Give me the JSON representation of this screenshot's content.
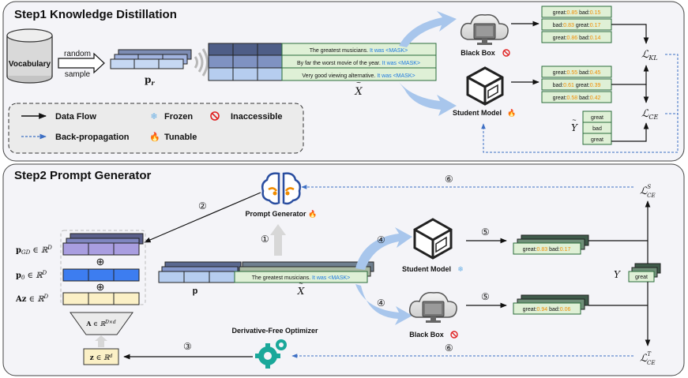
{
  "step1": {
    "title": "Step1 Knowledge Distillation",
    "vocabulary": "Vocabulary",
    "random_label": "random",
    "sample_label": "sample",
    "pr_label": "p",
    "pr_sub": "r",
    "input_texts": [
      {
        "text": "The greatest musicians.",
        "prompt": "It was <MASK>"
      },
      {
        "text": "By far the worst movie of the year.",
        "prompt": "It was <MASK>"
      },
      {
        "text": "Very good viewing alternative.",
        "prompt": "It was <MASK>"
      }
    ],
    "x_tilde": "X",
    "black_box": "Black Box",
    "student_model": "Student Model",
    "black_box_probs": [
      {
        "great": "0.85",
        "bad": "0.15"
      },
      {
        "bad": "0.83",
        "great": "0.17"
      },
      {
        "great": "0.86",
        "bad": "0.14"
      }
    ],
    "student_probs": [
      {
        "great": "0.55",
        "bad": "0.45"
      },
      {
        "bad": "0.61",
        "great": "0.39"
      },
      {
        "great": "0.58",
        "bad": "0.42"
      }
    ],
    "y_tilde": "Y",
    "labels": [
      "great",
      "bad",
      "great"
    ],
    "loss_kl": "KL",
    "loss_ce": "CE"
  },
  "legend": {
    "data_flow": "Data Flow",
    "frozen": "Frozen",
    "inaccessible": "Inaccessible",
    "backprop": "Back-propagation",
    "tunable": "Tunable"
  },
  "step2": {
    "title": "Step2 Prompt Generator",
    "prompt_generator": "Prompt Generator",
    "dfo": "Derivative-Free Optimizer",
    "pgd": "p_GD ∈ ℝ^D",
    "p0": "p_0 ∈ ℝ^D",
    "az": "Az ∈ ℝ^D",
    "a_matrix": "A ∈ ℝ^(D×d)",
    "z_vec": "z ∈ ℝ^d",
    "plus": "⊕",
    "p_label": "p",
    "x_tilde": "X",
    "input_text": "The greatest musicians.",
    "input_prompt": "It was <MASK>",
    "student_model": "Student Model",
    "black_box": "Black Box",
    "student_prob": {
      "great": "0.83",
      "bad": "0.17"
    },
    "blackbox_prob": {
      "great": "0.94",
      "bad": "0.06"
    },
    "y_label": "Y",
    "y_value": "great",
    "loss_s_sup": "S",
    "loss_t_sup": "T",
    "loss_sub": "CE",
    "steps": [
      "②",
      "①",
      "③",
      "④",
      "④",
      "⑤",
      "⑤",
      "⑥",
      "⑥"
    ]
  },
  "colors": {
    "panel_bg": "#f4f4f8",
    "green_box": "#dff0d6",
    "green_border": "#2a6b3a",
    "blue_arrow": "#a8c6ec",
    "dark_arrow": "#111111",
    "backprop": "#3d6fc4",
    "orange_value": "#f08c00",
    "prompt_blue": "#1f7ae0",
    "inaccessible": "#e02020"
  }
}
